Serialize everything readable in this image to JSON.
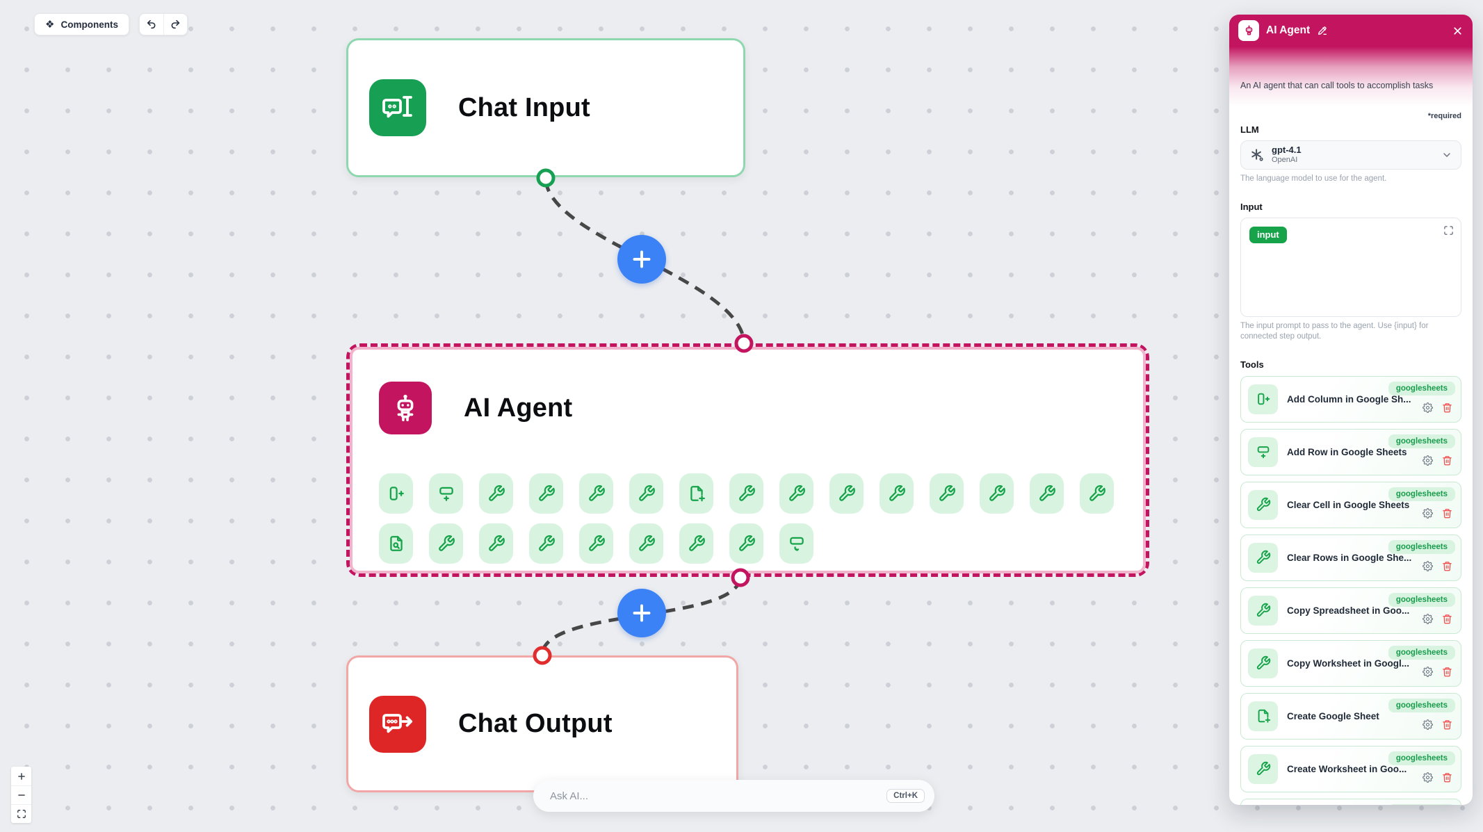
{
  "toolbar": {
    "components_label": "Components"
  },
  "canvas": {
    "nodes": {
      "chat_input": {
        "title": "Chat Input"
      },
      "ai_agent": {
        "title": "AI Agent"
      },
      "chat_output": {
        "title": "Chat Output"
      }
    },
    "agent_tools": {
      "rows": [
        [
          "add-column",
          "add-row",
          "wrench",
          "wrench",
          "wrench",
          "wrench",
          "sheet-plus",
          "wrench",
          "wrench",
          "wrench",
          "wrench",
          "wrench",
          "wrench",
          "wrench",
          "wrench"
        ],
        [
          "sheet-search",
          "wrench",
          "wrench",
          "wrench",
          "wrench",
          "wrench",
          "wrench",
          "wrench",
          "row-refresh"
        ]
      ]
    }
  },
  "ask_ai": {
    "placeholder": "Ask AI...",
    "shortcut": "Ctrl+K"
  },
  "panel": {
    "title": "AI Agent",
    "description": "An AI agent that can call tools to accomplish tasks",
    "required_label": "*required",
    "llm": {
      "label": "LLM",
      "model": "gpt-4.1",
      "provider": "OpenAI",
      "help": "The language model to use for the agent."
    },
    "input": {
      "label": "Input",
      "chip": "input",
      "help": "The input prompt to pass to the agent. Use {input} for connected step output."
    },
    "tools": {
      "label": "Tools",
      "badge": "googlesheets",
      "items": [
        {
          "name": "Add Column in Google Sh...",
          "icon": "add-column"
        },
        {
          "name": "Add Row in Google Sheets",
          "icon": "add-row"
        },
        {
          "name": "Clear Cell in Google Sheets",
          "icon": "wrench"
        },
        {
          "name": "Clear Rows in Google She...",
          "icon": "wrench"
        },
        {
          "name": "Copy Spreadsheet in Goo...",
          "icon": "wrench"
        },
        {
          "name": "Copy Worksheet in Googl...",
          "icon": "wrench"
        },
        {
          "name": "Create Google Sheet",
          "icon": "sheet-plus"
        },
        {
          "name": "Create Worksheet in Goo...",
          "icon": "wrench"
        },
        {
          "name": "",
          "icon": "wrench"
        }
      ]
    }
  },
  "colors": {
    "accent_magenta": "#C2145F",
    "green": "#16A34A",
    "green_light": "#DCF5E3",
    "red": "#DF2626",
    "blue_plus": "#3B82F6",
    "canvas_bg": "#EBEDF0",
    "edge_gray": "#474747"
  }
}
